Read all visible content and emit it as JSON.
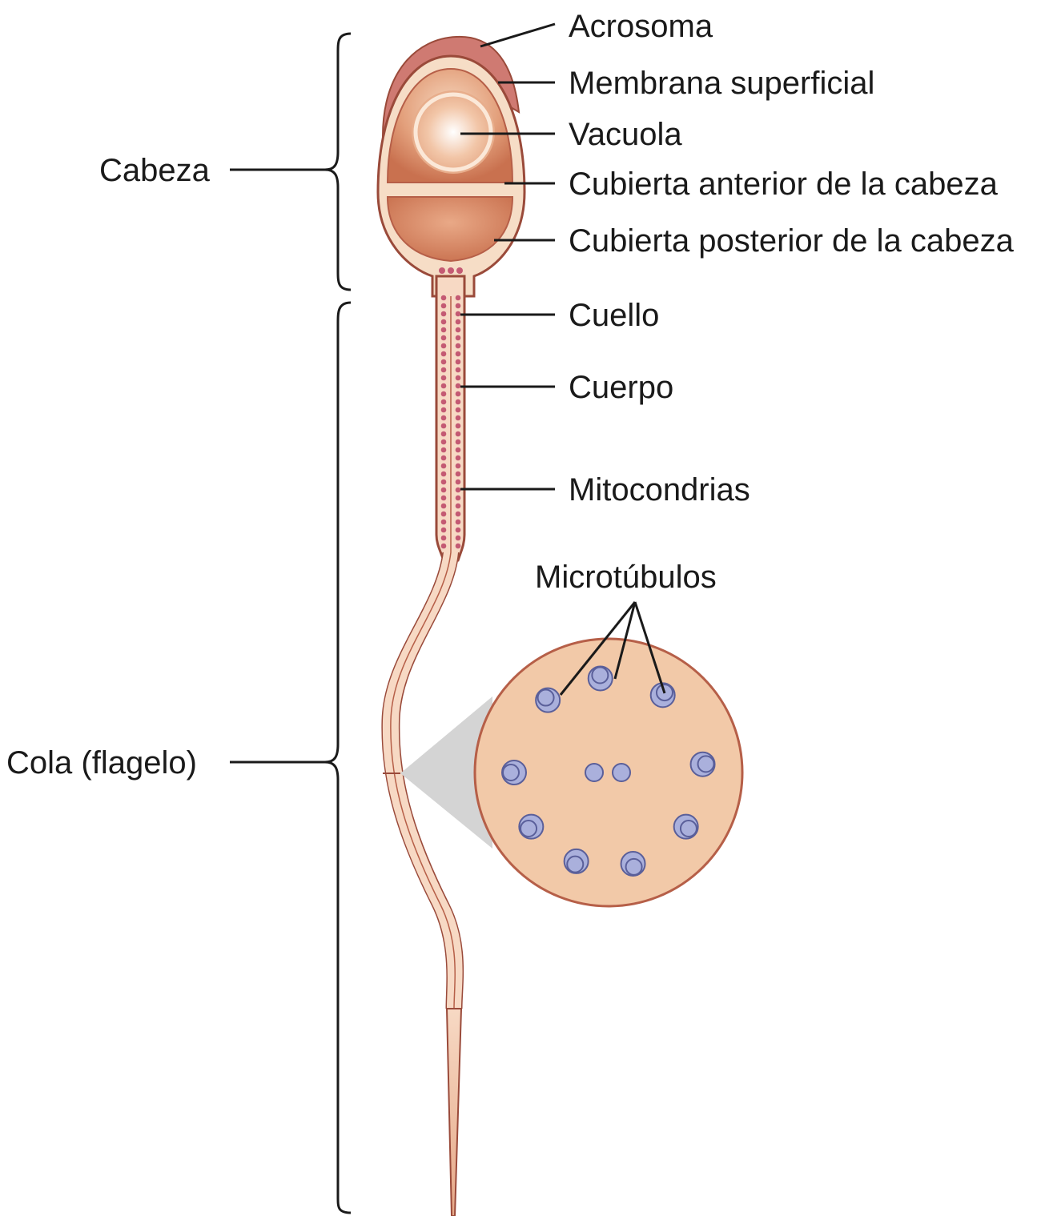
{
  "labels": {
    "acrosoma": "Acrosoma",
    "membrana": "Membrana superficial",
    "vacuola": "Vacuola",
    "cubierta_anterior": "Cubierta anterior de la cabeza",
    "cubierta_posterior": "Cubierta posterior de la cabeza",
    "cuello": "Cuello",
    "cuerpo": "Cuerpo",
    "mitocondrias": "Mitocondrias",
    "microtubulos": "Microtúbulos",
    "cabeza": "Cabeza",
    "cola": "Cola (flagelo)"
  },
  "colors": {
    "acrosome": "#cf7a72",
    "head_fill": "#d98a66",
    "head_light": "#f3c9aa",
    "membrane": "#f6ddc6",
    "outline": "#9a4a3a",
    "tail_fill": "#f7d9c4",
    "mitochondria": "#c45a73",
    "cross_section": "#f2c9a8",
    "microtubule": "#aab0dc",
    "microtubule_stroke": "#5a5f9a"
  }
}
